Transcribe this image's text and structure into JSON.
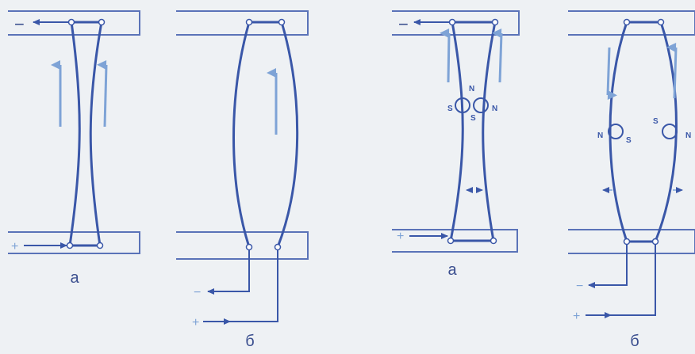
{
  "colors": {
    "background": "#eef1f4",
    "conductor": "#3a57a8",
    "bar": "#5a73b8",
    "arrow": "#7ea3d6",
    "text": "#3b4f8f"
  },
  "diagram_left": {
    "panel_a": {
      "caption": "а",
      "top_sign": "−",
      "bottom_sign": "+"
    },
    "panel_b": {
      "caption": "б",
      "lead_minus": "−",
      "lead_plus": "+"
    }
  },
  "diagram_right": {
    "panel_a": {
      "caption": "а",
      "top_sign": "−",
      "bottom_sign": "+",
      "pole_labels": {
        "n_top": "N",
        "s_left": "S",
        "s_center": "S",
        "n_right": "N"
      }
    },
    "panel_b": {
      "caption": "б",
      "lead_minus": "−",
      "lead_plus": "+",
      "pole_labels": {
        "n_left": "N",
        "s_left": "S",
        "s_right": "S",
        "n_right": "N"
      }
    }
  }
}
